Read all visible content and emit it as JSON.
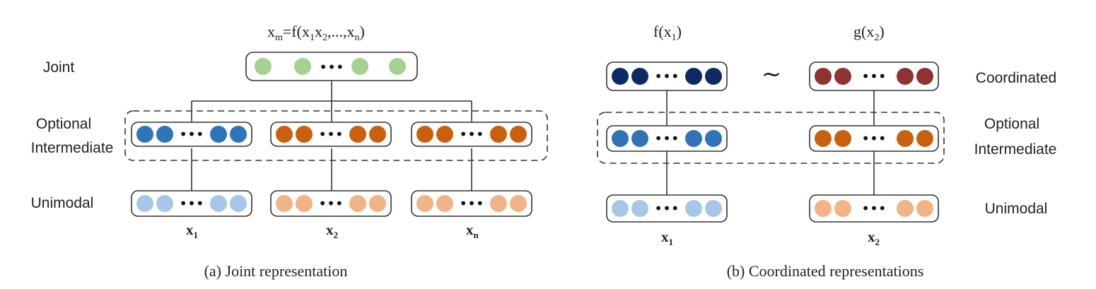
{
  "colors": {
    "joint": "#a6d28f",
    "blue_dark": "#0d2a63",
    "red_dark": "#8e3232",
    "blue_mid": "#2f73b8",
    "orange_mid": "#c9600f",
    "blue_light": "#a7c6e8",
    "orange_light": "#f2b386"
  },
  "panel_a": {
    "caption": "(a) Joint representation",
    "formula": {
      "base": "x",
      "sub": "m",
      "rest": "=f(x",
      "s1": "1",
      "mid": "x",
      "s2": "2",
      "dots": ",...,x",
      "sn": "n",
      "close": ")"
    },
    "labels": {
      "joint": "Joint",
      "optional": "Optional",
      "intermediate": "Intermediate",
      "unimodal": "Unimodal"
    },
    "inputs": [
      {
        "base": "x",
        "sub": "1"
      },
      {
        "base": "x",
        "sub": "2"
      },
      {
        "base": "x",
        "sub": "n"
      }
    ],
    "ellipsis": "•••"
  },
  "panel_b": {
    "caption": "(b) Coordinated representations",
    "f_label": {
      "pre": "f(x",
      "sub": "1",
      "post": ")"
    },
    "g_label": {
      "pre": "g(x",
      "sub": "2",
      "post": ")"
    },
    "tilde": "~",
    "labels": {
      "coordinated": "Coordinated",
      "optional": "Optional",
      "intermediate": "Intermediate",
      "unimodal": "Unimodal"
    },
    "inputs": [
      {
        "base": "x",
        "sub": "1"
      },
      {
        "base": "x",
        "sub": "2"
      }
    ],
    "ellipsis": "•••"
  }
}
